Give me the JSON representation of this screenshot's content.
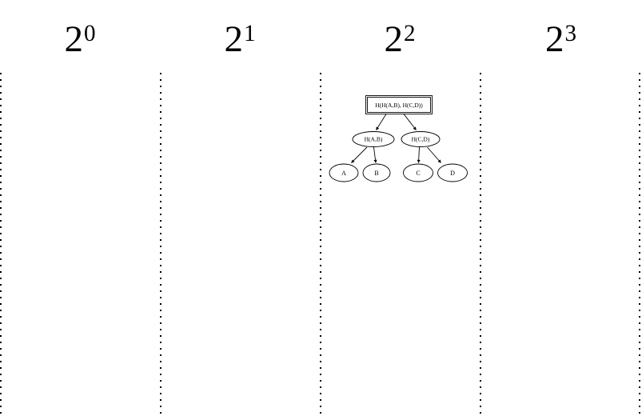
{
  "columns": [
    {
      "base": "2",
      "exponent": "0"
    },
    {
      "base": "2",
      "exponent": "1"
    },
    {
      "base": "2",
      "exponent": "2"
    },
    {
      "base": "2",
      "exponent": "3"
    }
  ],
  "tree": {
    "root_label": "H(H(A,B), H(C,D))",
    "left_child_label": "H(A,B)",
    "right_child_label": "H(C,D)",
    "leaves": [
      "A",
      "B",
      "C",
      "D"
    ]
  },
  "colors": {
    "ink": "#000000",
    "background": "#ffffff"
  }
}
